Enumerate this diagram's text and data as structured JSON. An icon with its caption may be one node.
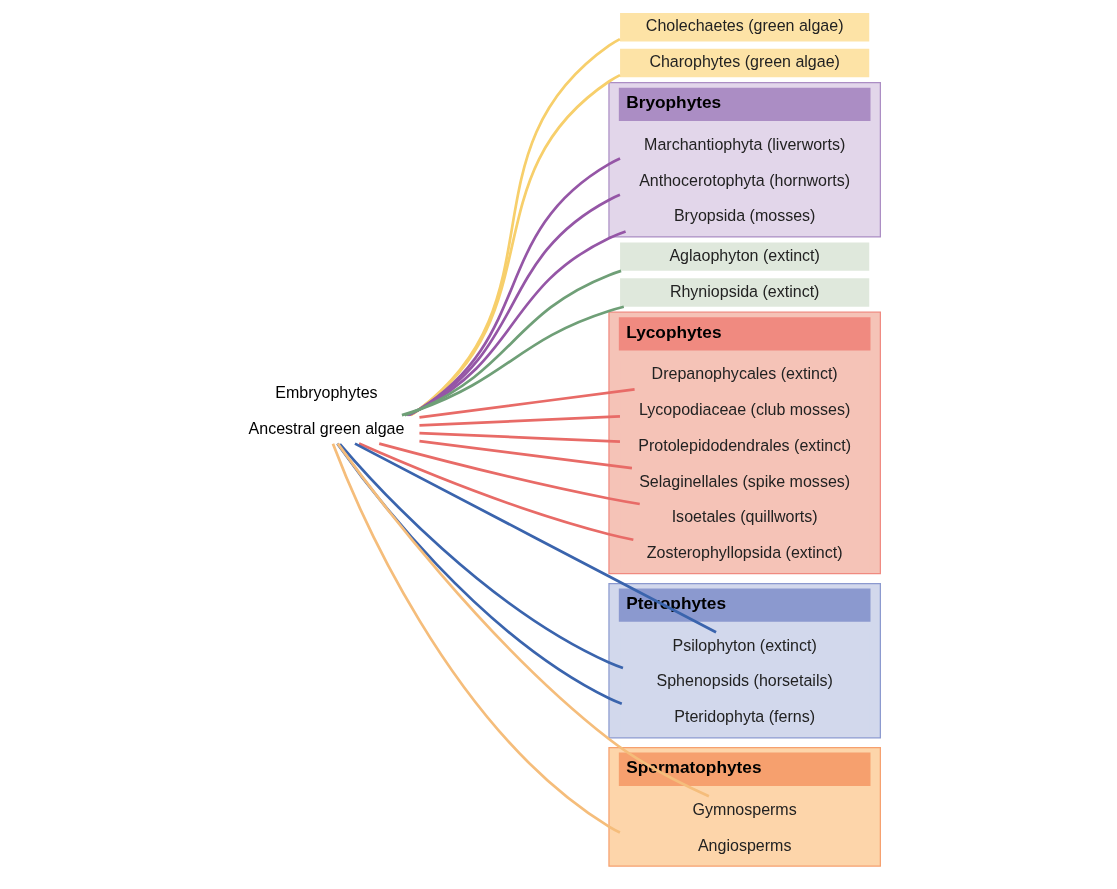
{
  "diagram": {
    "nodes": [
      {
        "text": [
          "Ancestral green algae"
        ]
      },
      {
        "text": [
          "Cholechaetes (green algae)"
        ]
      },
      {
        "text": [
          "Charophytes (green algae)"
        ]
      },
      {
        "text": [
          "Bryophytes"
        ]
      },
      {
        "text": [
          "Marchantiophyta (liverworts)"
        ],
        "in": 3
      },
      {
        "text": [
          "Anthocerotophyta (hornworts)"
        ],
        "in": 3
      },
      {
        "text": [
          "Bryopsida (mosses)"
        ],
        "in": 3
      },
      {
        "text": [
          "Aglaophyton (extinct)"
        ]
      },
      {
        "text": [
          "Rhyniopsida (extinct)"
        ]
      },
      {
        "text": [
          "Lycophytes"
        ]
      },
      {
        "text": [
          "Drepanophycales (extinct)"
        ],
        "in": 9
      },
      {
        "text": [
          "Lycopodiaceae (club mosses)"
        ],
        "in": 9
      },
      {
        "text": [
          "Protolepidodendrales (extinct)"
        ],
        "in": 9
      },
      {
        "text": [
          "Selaginellales (spike mosses)"
        ],
        "in": 9
      },
      {
        "text": [
          "Isoetales (quillworts)"
        ],
        "in": 9
      },
      {
        "text": [
          "Zosterophyllopsida (extinct)"
        ],
        "in": 9
      },
      {
        "text": [
          "Pterophytes"
        ]
      },
      {
        "text": [
          "Psilophyton (extinct)"
        ],
        "in": 16
      },
      {
        "text": [
          "Sphenopsids (horsetails)"
        ],
        "in": 16
      },
      {
        "text": [
          "Pteridophyta (ferns)"
        ],
        "in": 16
      },
      {
        "text": [
          "Spermatophytes"
        ]
      },
      {
        "text": [
          "Gymnosperms"
        ],
        "in": 20
      },
      {
        "text": [
          "Angiosperms"
        ],
        "in": 20
      }
    ],
    "edges": [
      {
        "from": 0,
        "to": 1,
        "arrow": "none",
        "color": "#f7cf6b"
      },
      {
        "from": 0,
        "to": 2,
        "arrow": "none",
        "color": "#f7cf6b"
      },
      {
        "from": 0,
        "to": 4,
        "arrow": "none",
        "color": "#9556a6"
      },
      {
        "from": 0,
        "to": 5,
        "arrow": "none",
        "color": "#9556a6"
      },
      {
        "from": 0,
        "to": 6,
        "arrow": "none",
        "color": "#9556a6"
      },
      {
        "from": 0,
        "to": 7,
        "arrow": "none",
        "color": "#6f9f77"
      },
      {
        "from": 0,
        "to": 8,
        "arrow": "none",
        "color": "#6f9f77"
      },
      {
        "from": 0,
        "to": 10,
        "arrow": "none",
        "color": "#e86b67"
      },
      {
        "from": 0,
        "to": 11,
        "arrow": "none",
        "color": "#e86b67"
      },
      {
        "from": 0,
        "to": 12,
        "arrow": "none",
        "color": "#e86b67"
      },
      {
        "from": 0,
        "to": 13,
        "arrow": "none",
        "color": "#e86b67"
      },
      {
        "from": 0,
        "to": 14,
        "arrow": "none",
        "color": "#e86b67"
      },
      {
        "from": 0,
        "to": 15,
        "arrow": "none",
        "color": "#e86b67"
      },
      {
        "from": 0,
        "to": 17,
        "arrow": "none",
        "color": "#3a64ad"
      },
      {
        "from": 0,
        "to": 18,
        "arrow": "none",
        "color": "#3a64ad"
      },
      {
        "from": 0,
        "to": 19,
        "arrow": "none",
        "color": "#3a64ad"
      },
      {
        "from": 0,
        "to": 21,
        "arrow": "none",
        "color": "#f5bd7b"
      },
      {
        "from": 0,
        "to": 22,
        "arrow": "none",
        "color": "#f5bd7b"
      }
    ],
    "labels": [
      "Embryophytes"
    ]
  }
}
